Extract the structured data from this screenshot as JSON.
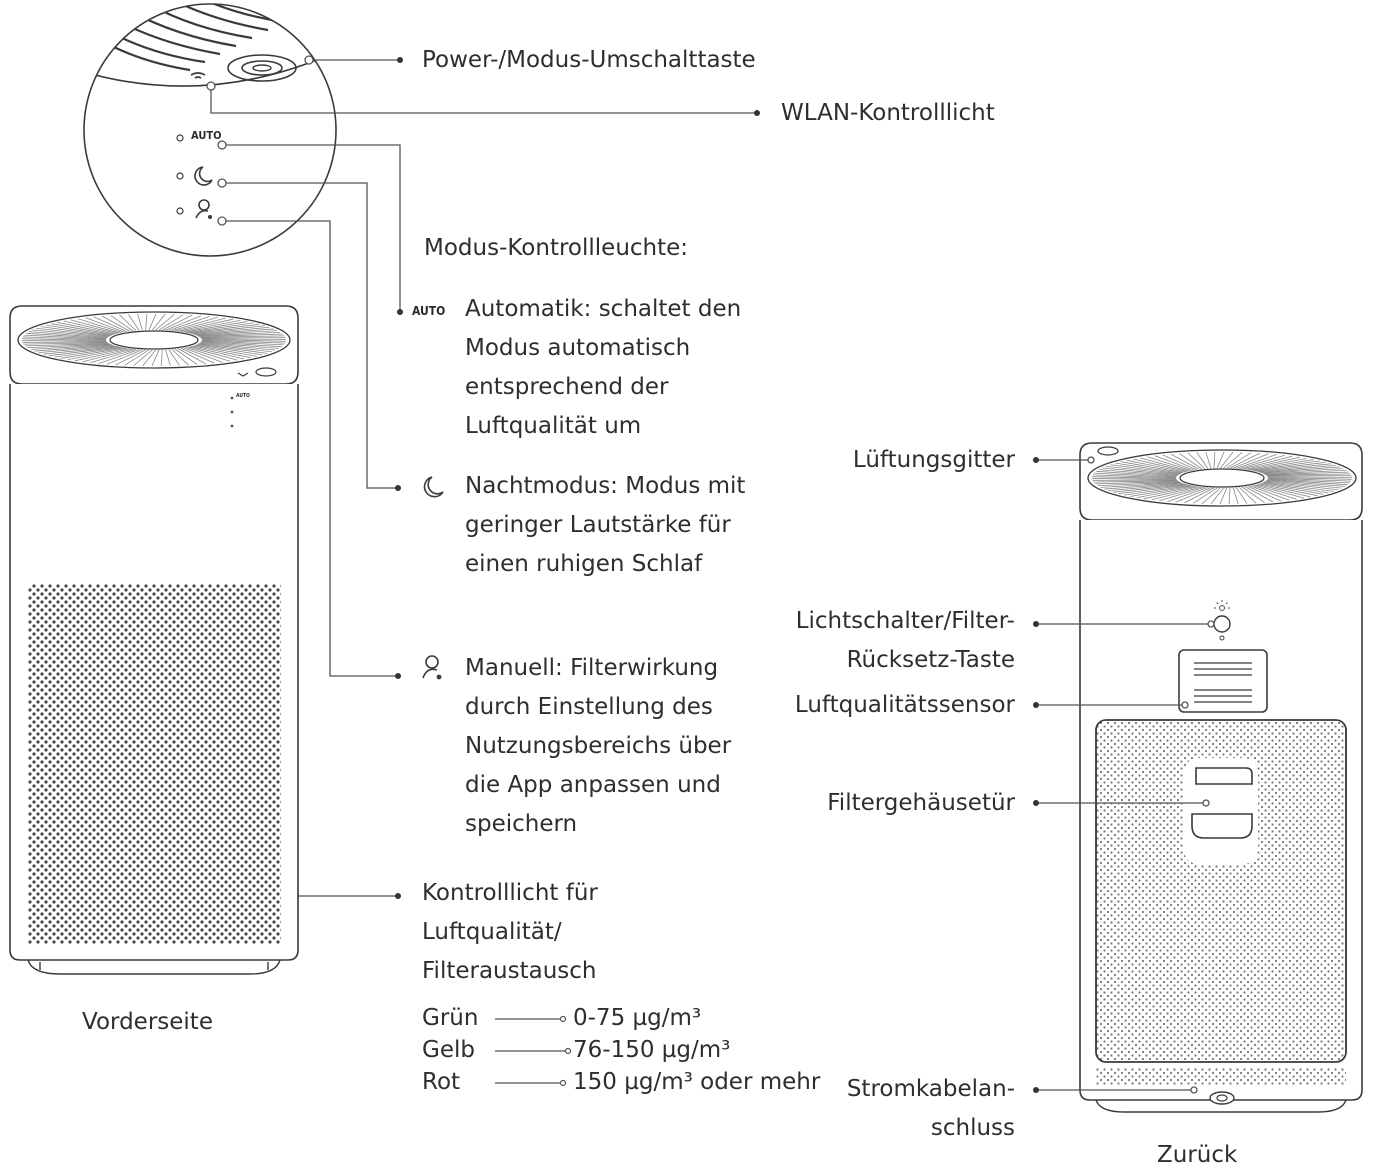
{
  "labels": {
    "power_button": "Power-/Modus-Umschalttaste",
    "wlan_light": "WLAN-Kontrolllicht",
    "mode_heading": "Modus-Kontrollleuchte:",
    "auto_icon_text": "AUTO",
    "auto_lines": [
      "Automatik: schaltet den",
      "Modus automatisch",
      "entsprechend der",
      "Luftqualität um"
    ],
    "night_lines": [
      "Nachtmodus: Modus mit",
      "geringer Lautstärke für",
      "einen ruhigen Schlaf"
    ],
    "manual_lines": [
      "Manuell: Filterwirkung",
      "durch Einstellung des",
      "Nutzungsbereichs über",
      "die App anpassen und",
      "speichern"
    ],
    "airquality_lines": [
      "Kontrolllicht für",
      "Luftqualität/",
      "Filteraustausch"
    ],
    "front_caption": "Vorderseite",
    "back_caption": "Zurück",
    "vent": "Lüftungsgitter",
    "light_switch_lines": [
      "Lichtschalter/Filter-",
      "Rücksetz-Taste"
    ],
    "sensor": "Luftqualitätssensor",
    "filter_door": "Filtergehäusetür",
    "power_cable_lines": [
      "Stromkabelan-",
      "schluss"
    ]
  },
  "legend": [
    {
      "color": "Grün",
      "range": "0-75 µg/m³"
    },
    {
      "color": "Gelb",
      "range": "76-150 µg/m³"
    },
    {
      "color": "Rot",
      "range": "150 µg/m³ oder mehr"
    }
  ],
  "zoom_panel": {
    "auto_text": "AUTO"
  },
  "front_panel_small": {
    "auto_text": "AUTO"
  }
}
